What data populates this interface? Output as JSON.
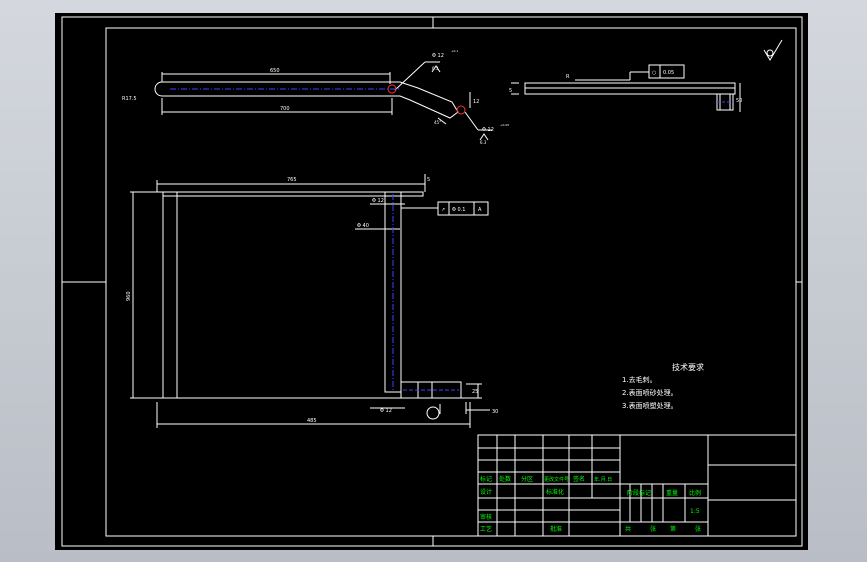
{
  "colors": {
    "canvas_bg": "#000000",
    "outer_bg": "#c8ccd2",
    "line": "#ffffff",
    "title_text": "#00ff00",
    "center_line": "#4040ff",
    "hole_marker": "#ff3030",
    "tol_line": "#ffff00"
  },
  "top_view": {
    "dim_650": "650",
    "dim_700": "700",
    "dim_r17_5": "R17.5",
    "dim_phi12_top": "Φ 12",
    "dim_phi12_top_tol": "+0.1",
    "dim_phi12_bottom": "Φ 12",
    "dim_phi12_bottom_tol": "+0.05",
    "dim_12": "12",
    "dim_ra_top": "6.3",
    "dim_ra_bottom": "6.3",
    "dim_angle": "45°"
  },
  "side_view": {
    "dim_r": "R",
    "dim_left": "5",
    "dim_right": "50",
    "tol_symbol": "○",
    "tol_value": "0.05"
  },
  "front_view": {
    "dim_width_top": "765",
    "dim_right_top": "5",
    "dim_height": "960",
    "dim_phi12_a": "Φ 12",
    "dim_phi40": "Φ 40",
    "dim_phi12_b": "Φ 12",
    "dim_bottom_width": "485",
    "dim_bottom_right": "30",
    "dim_right_small": "25",
    "tol_symbol": "↗",
    "tol_value": "Φ 0.1",
    "tol_datum": "A"
  },
  "tech_notes": {
    "title": "技术要求",
    "items": [
      "1.去毛刺。",
      "2.表面喷砂处理。",
      "3.表面喷塑处理。"
    ]
  },
  "title_block": {
    "row1": [
      "标记",
      "处数",
      "分区",
      "更改文件号",
      "签名",
      "年.月.日"
    ],
    "designer": "设计",
    "standardize": "标准化",
    "check": "审核",
    "process": "工艺",
    "approve": "批准",
    "stage_mark": "阶段标记",
    "weight": "重量",
    "scale": "比例",
    "scale_value": "1:5",
    "total": "共",
    "sheet_label": "张",
    "page": "第",
    "page_label": "张"
  },
  "roughness_symbol": "√"
}
